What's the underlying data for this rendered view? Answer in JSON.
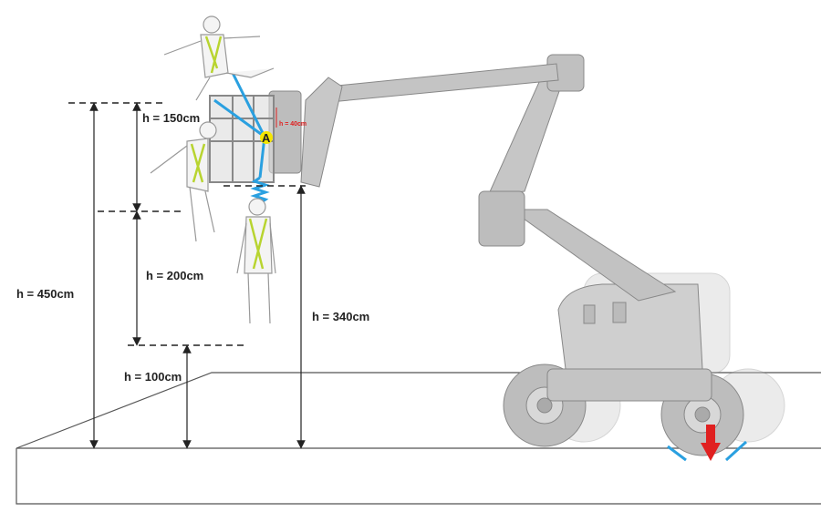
{
  "labels": {
    "h450": "h = 450cm",
    "h150": "h = 150cm",
    "h200": "h = 200cm",
    "h100": "h = 100cm",
    "h340": "h = 340cm",
    "h40": "h = 40cm",
    "anchor": "A"
  },
  "colors": {
    "lanyard": "#2aa0e0",
    "harness": "#b8d430",
    "force_arrow": "#e02020",
    "machine": "#c8c8c8",
    "anchor": "#f5e600"
  }
}
